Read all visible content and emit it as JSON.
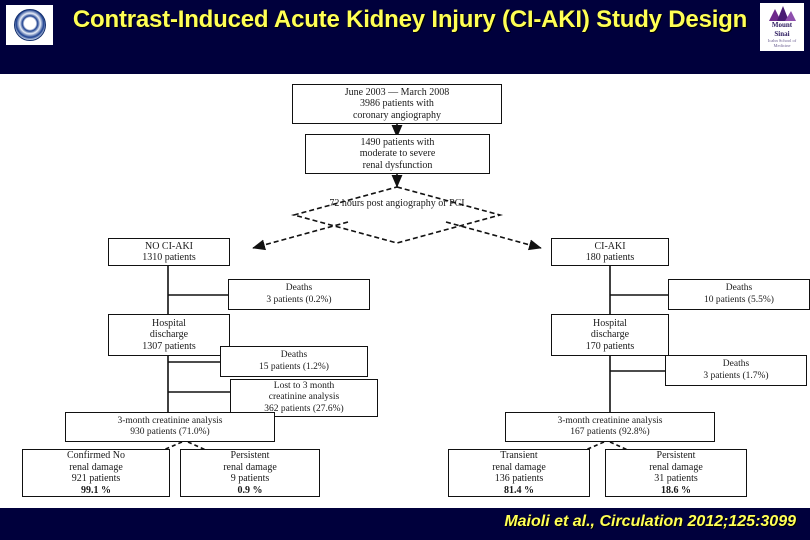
{
  "header": {
    "title": "Contrast-Induced Acute Kidney Injury (CI-AKI) Study Design",
    "title_color": "#ffff55",
    "band_color": "#00003c",
    "left_logo_name": "institution-seal-logo",
    "right_logo": {
      "name": "Mount Sinai",
      "line1": "Mount",
      "line2": "Sinai",
      "line3": "Icahn School of Medicine",
      "mark_color": "#6e2a8c"
    }
  },
  "footer": {
    "citation": "Maioli et al., Circulation 2012;125:3099",
    "citation_color": "#ffff55",
    "band_color": "#00003c"
  },
  "flowchart": {
    "type": "flow-diagram",
    "nodes": {
      "enrollment": {
        "line1": "June 2003 — March 2008",
        "line2": "3986 patients with",
        "line3": "coronary angiography"
      },
      "eligible": {
        "line1": "1490 patients with",
        "line2": "moderate to severe",
        "line3": "renal dysfunction"
      },
      "decision": {
        "line1": "72 hours",
        "line2": "post angiography",
        "line3": "or PCI"
      },
      "no_ciaki": {
        "line1": "NO CI-AKI",
        "line2": "1310 patients"
      },
      "ciaki": {
        "line1": "CI-AKI",
        "line2": "180 patients"
      },
      "left_deaths_1": {
        "line1": "Deaths",
        "line2": "3 patients (0.2%)"
      },
      "left_discharge": {
        "line1": "Hospital",
        "line2": "discharge",
        "line3": "1307 patients"
      },
      "left_deaths_2": {
        "line1": "Deaths",
        "line2": "15 patients (1.2%)"
      },
      "left_lost": {
        "line1": "Lost to 3 month",
        "line2": "creatinine analysis",
        "line3": "362 patients (27.6%)"
      },
      "left_analysis": {
        "line1": "3-month creatinine analysis",
        "line2": "930  patients (71.0%)"
      },
      "left_outcome_1": {
        "line1": "Confirmed No",
        "line2": "renal damage",
        "line3": "921 patients",
        "line4": "99.1 %"
      },
      "left_outcome_2": {
        "line1": "Persistent",
        "line2": "renal damage",
        "line3": "9 patients",
        "line4": "0.9 %"
      },
      "right_deaths_1": {
        "line1": "Deaths",
        "line2": "10 patients (5.5%)"
      },
      "right_discharge": {
        "line1": "Hospital",
        "line2": "discharge",
        "line3": "170 patients"
      },
      "right_deaths_2": {
        "line1": "Deaths",
        "line2": "3 patients (1.7%)"
      },
      "right_analysis": {
        "line1": "3-month creatinine analysis",
        "line2": "167  patients (92.8%)"
      },
      "right_outcome_1": {
        "line1": "Transient",
        "line2": "renal damage",
        "line3": "136 patients",
        "line4": "81.4 %"
      },
      "right_outcome_2": {
        "line1": "Persistent",
        "line2": "renal damage",
        "line3": "31 patients",
        "line4": "18.6 %"
      }
    }
  }
}
